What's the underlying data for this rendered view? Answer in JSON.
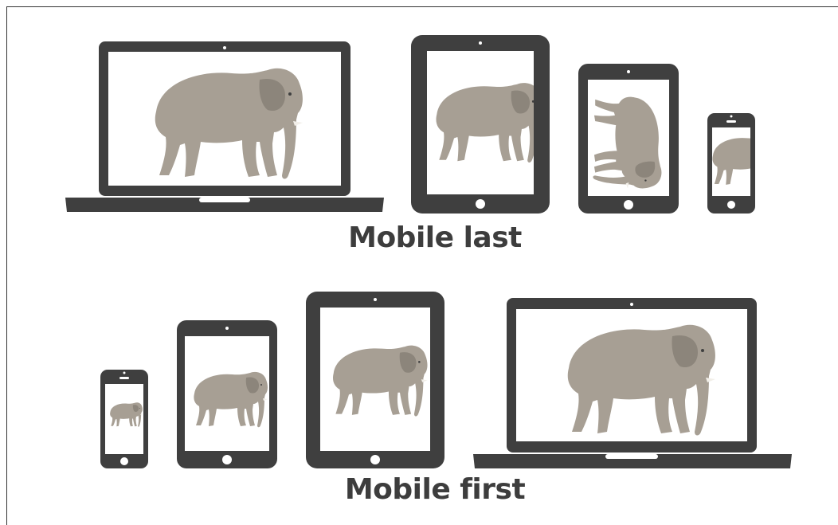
{
  "captions": {
    "mobile_last": "Mobile last",
    "mobile_first": "Mobile first"
  },
  "colors": {
    "device": "#3f3f3f",
    "screen": "#ffffff",
    "elephant": "#a79f94",
    "elephant_dark": "#8c857b"
  },
  "rows": {
    "mobile_last": [
      "laptop",
      "tablet",
      "tablet",
      "phone"
    ],
    "mobile_first": [
      "phone",
      "tablet",
      "tablet",
      "laptop"
    ]
  }
}
